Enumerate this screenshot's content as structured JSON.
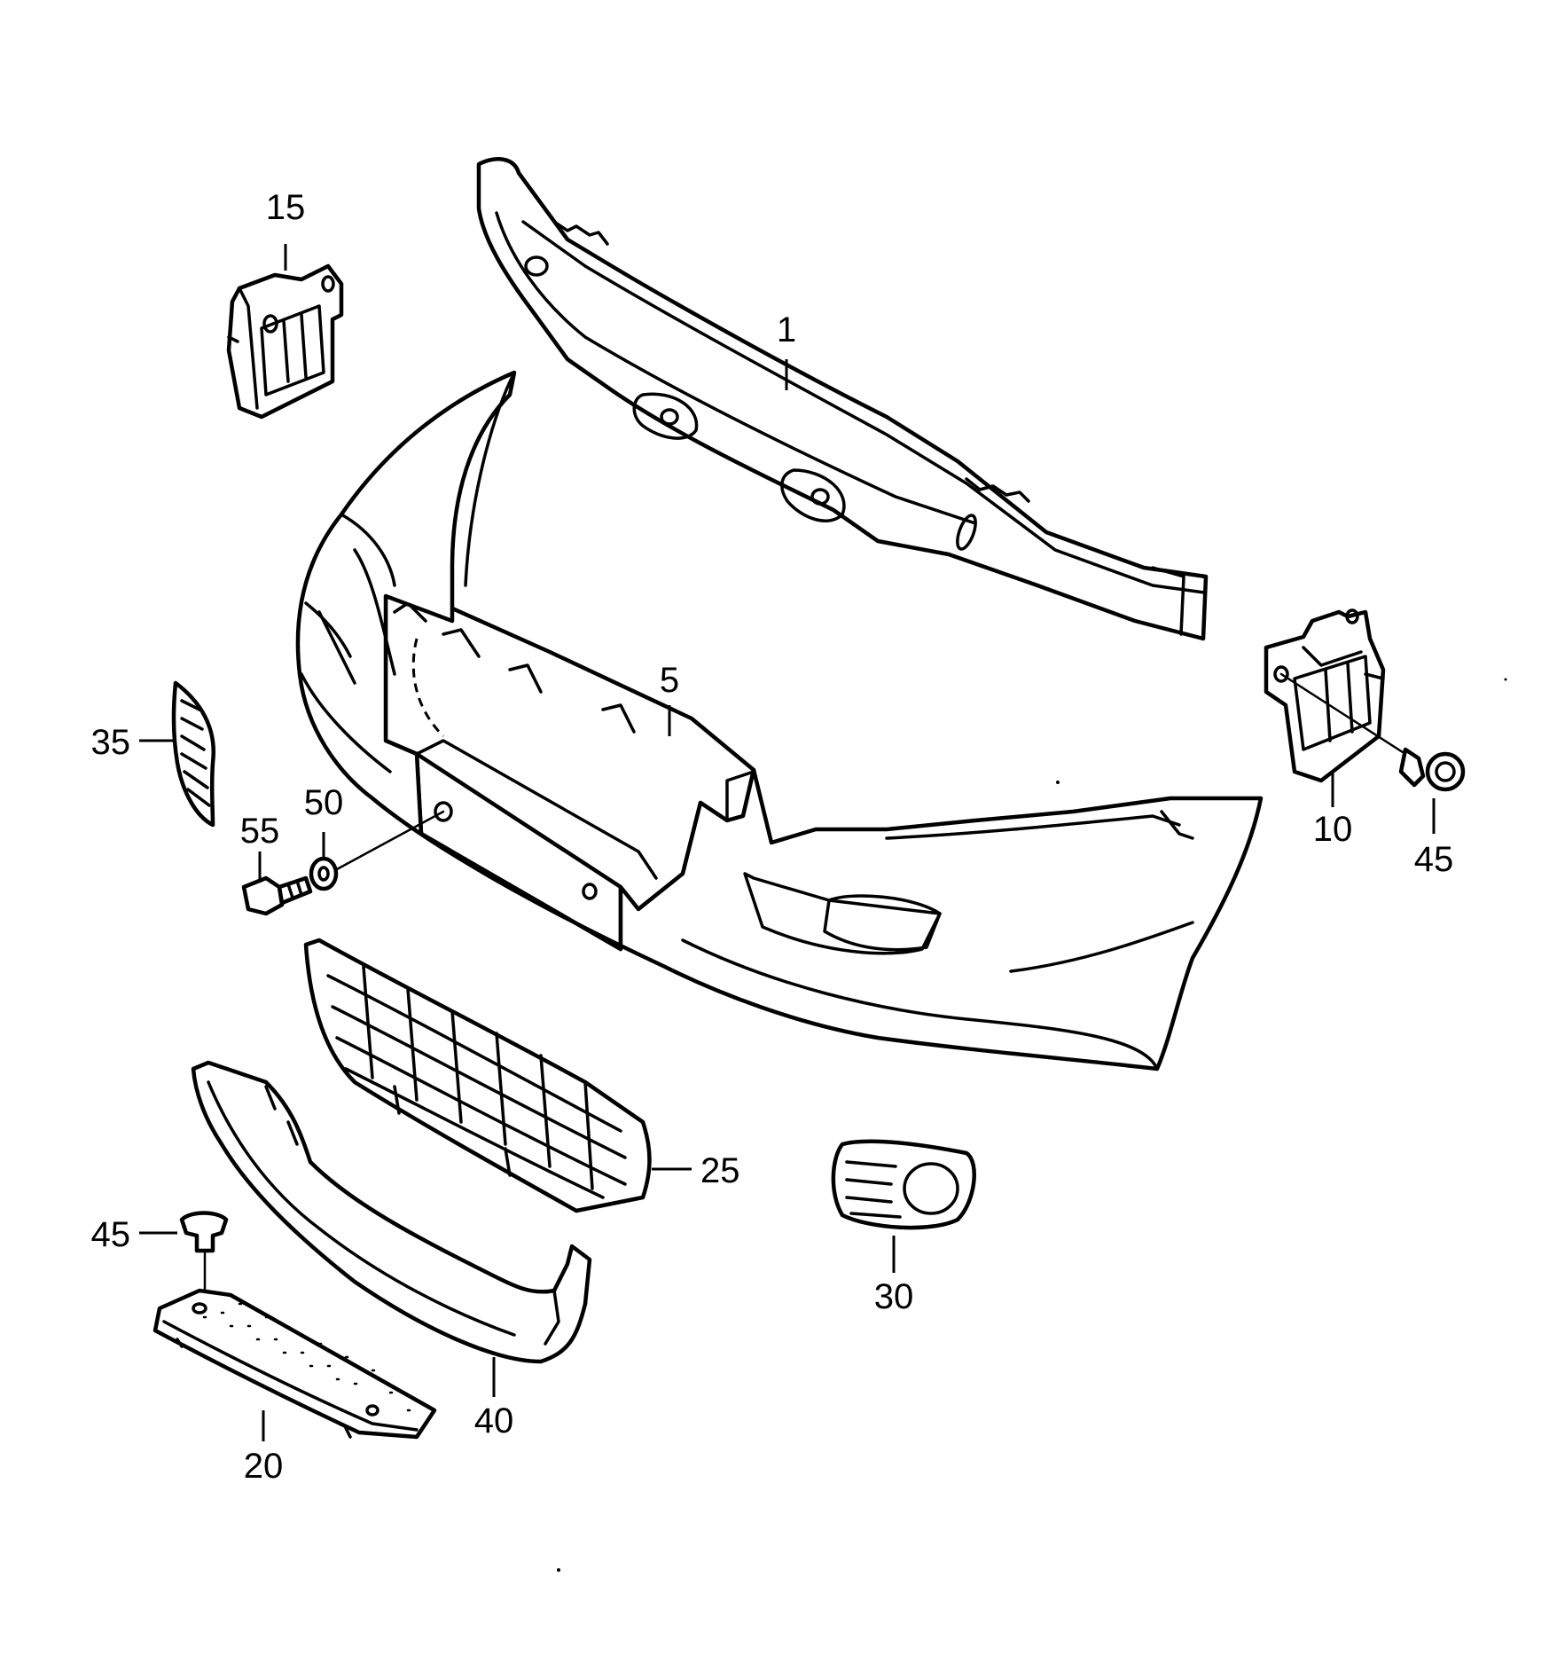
{
  "diagram": {
    "callouts": [
      {
        "id": "c1",
        "label": "1"
      },
      {
        "id": "c5",
        "label": "5"
      },
      {
        "id": "c10",
        "label": "10"
      },
      {
        "id": "c15",
        "label": "15"
      },
      {
        "id": "c20",
        "label": "20"
      },
      {
        "id": "c25",
        "label": "25"
      },
      {
        "id": "c30",
        "label": "30"
      },
      {
        "id": "c35",
        "label": "35"
      },
      {
        "id": "c40",
        "label": "40"
      },
      {
        "id": "c45a",
        "label": "45"
      },
      {
        "id": "c45b",
        "label": "45"
      },
      {
        "id": "c50",
        "label": "50"
      },
      {
        "id": "c55",
        "label": "55"
      }
    ]
  }
}
